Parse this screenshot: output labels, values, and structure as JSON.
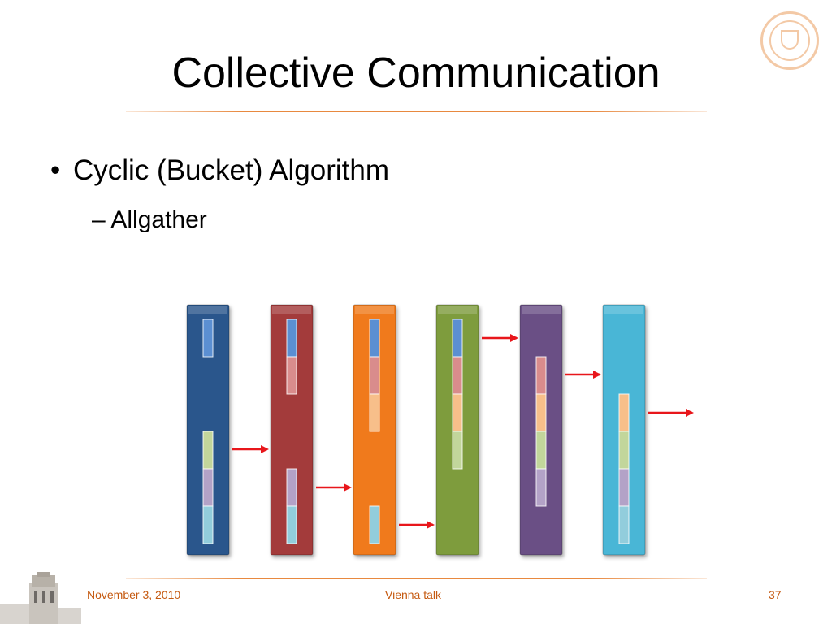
{
  "slide": {
    "title": "Collective Communication",
    "bullet": "Cyclic (Bucket) Algorithm",
    "sub_bullet": "Allgather",
    "bullet_marker": "•",
    "sub_marker": "–"
  },
  "footer": {
    "date": "November 3, 2010",
    "center": "Vienna talk",
    "page": "37"
  },
  "diagram": {
    "processes": [
      {
        "color": "#2a568c",
        "blocks": [
          "blue",
          "green",
          "purple",
          "cyan"
        ]
      },
      {
        "color": "#a33b3b",
        "blocks": [
          "blue",
          "red",
          "purple",
          "cyan"
        ]
      },
      {
        "color": "#f07a1a",
        "blocks": [
          "blue",
          "red",
          "orange",
          "cyan"
        ]
      },
      {
        "color": "#7e9c3e",
        "blocks": [
          "blue",
          "red",
          "orange",
          "green"
        ]
      },
      {
        "color": "#6a4f85",
        "blocks": [
          "red",
          "orange",
          "green",
          "purple"
        ]
      },
      {
        "color": "#4ab6d6",
        "blocks": [
          "orange",
          "green",
          "purple",
          "cyan"
        ]
      }
    ],
    "block_colors": {
      "blue": "#5b8fd2",
      "red": "#d98c8c",
      "orange": "#f7bf8a",
      "green": "#c2d69b",
      "purple": "#b3a2c7",
      "cyan": "#92cddc"
    },
    "arrow_color": "#e8161b"
  },
  "icons": {
    "seal": "university-seal-icon",
    "tower": "tower-icon"
  }
}
